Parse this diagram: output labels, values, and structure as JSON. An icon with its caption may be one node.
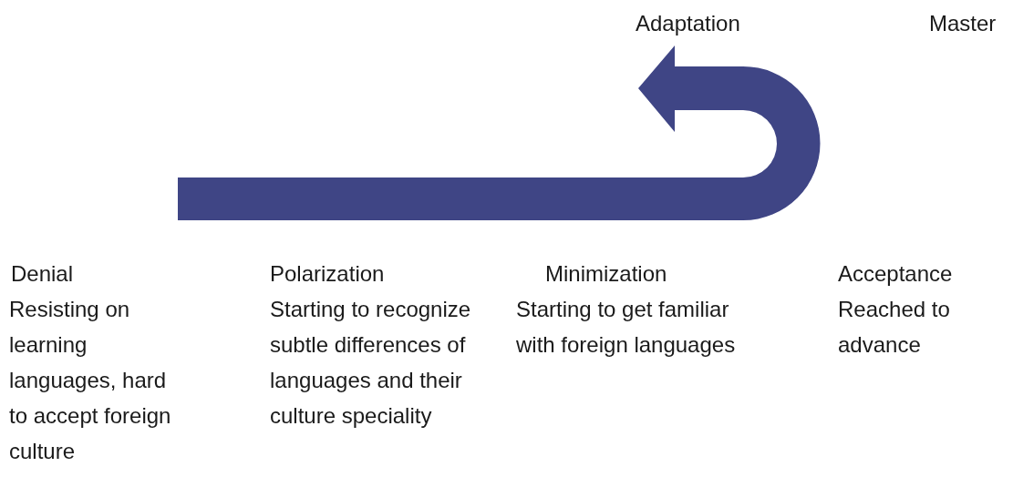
{
  "diagram": {
    "labels": [
      "Adaptation",
      "Master",
      "Denial",
      "Resisting on learning languages, hard to accept foreign culture",
      "Polarization",
      "Starting to recognize subtle differences of languages and their culture speciality",
      "Minimization",
      "Starting to get familiar with foreign languages",
      "Acceptance",
      "Reached to advance"
    ]
  }
}
